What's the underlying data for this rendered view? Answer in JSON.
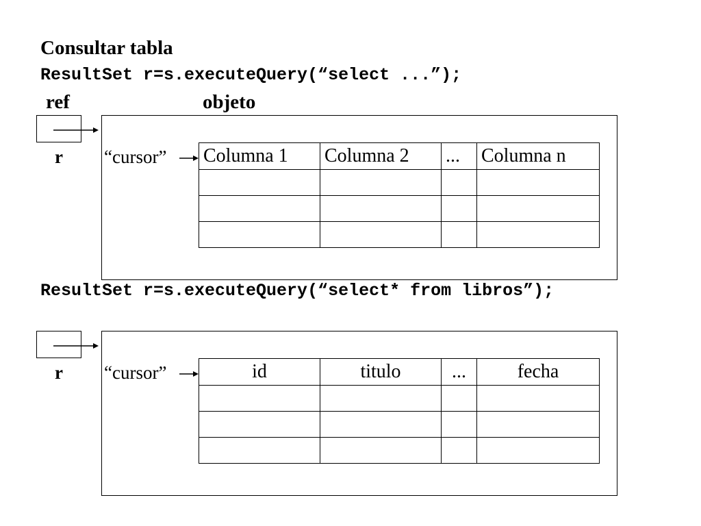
{
  "title": "Consultar tabla",
  "code_line_1": "ResultSet r=s.executeQuery(“select ...”);",
  "header": {
    "ref": "ref",
    "objeto": "objeto"
  },
  "diagram_1": {
    "ref_label": "r",
    "cursor_label": "“cursor”",
    "columns": [
      "Columna 1",
      "Columna 2",
      "...",
      "Columna n"
    ]
  },
  "code_line_2": "ResultSet r=s.executeQuery(“select* from libros”);",
  "diagram_2": {
    "ref_label": "r",
    "cursor_label": "“cursor”",
    "columns": [
      "id",
      "titulo",
      "...",
      "fecha"
    ]
  }
}
